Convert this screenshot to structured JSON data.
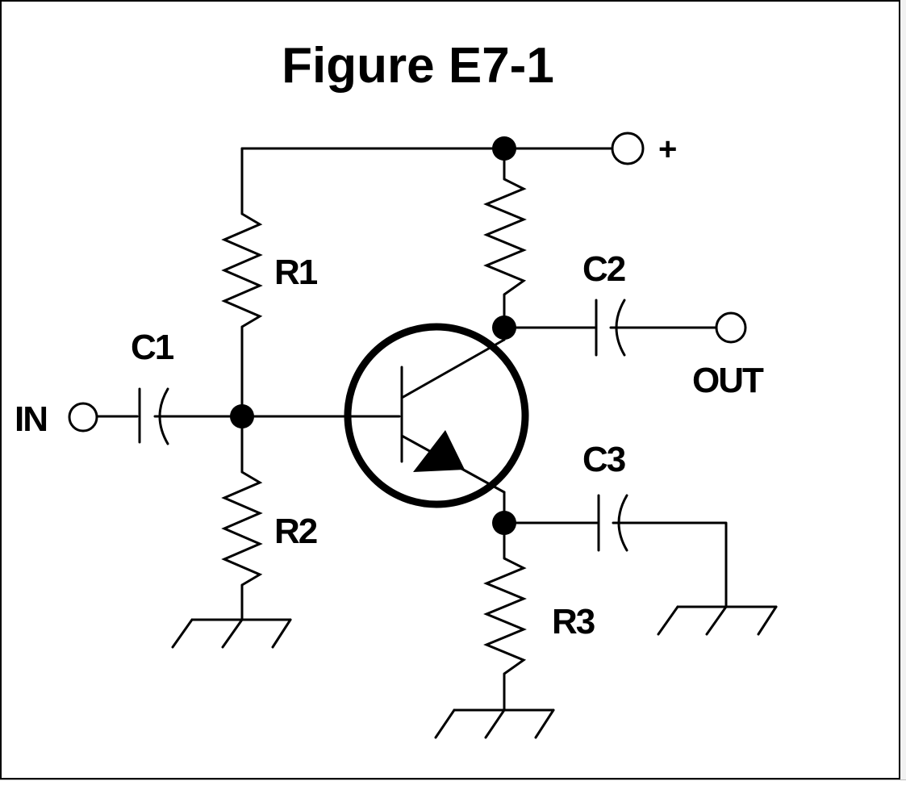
{
  "title": "Figure E7-1",
  "labels": {
    "r1": "R1",
    "r2": "R2",
    "r3": "R3",
    "c1": "C1",
    "c2": "C2",
    "c3": "C3",
    "in": "IN",
    "out": "OUT",
    "plus": "+"
  }
}
